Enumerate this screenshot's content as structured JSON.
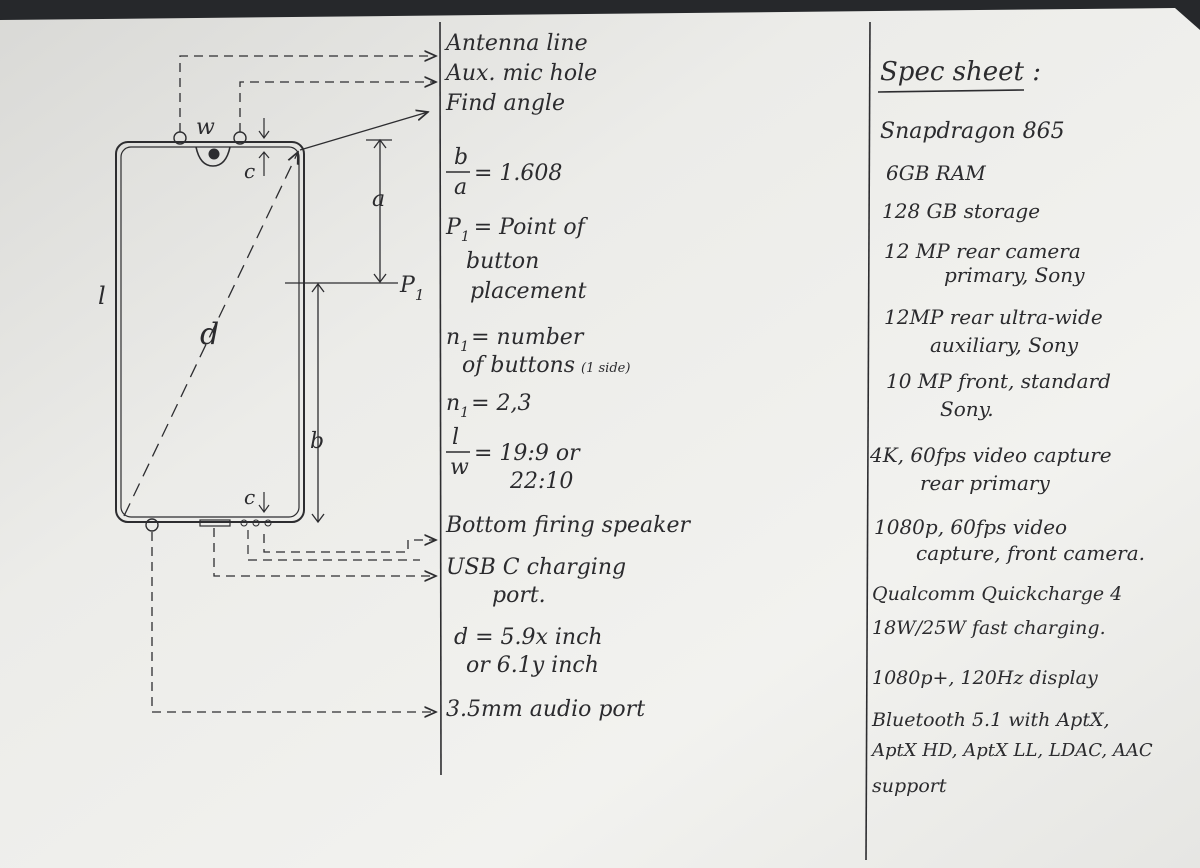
{
  "sketch": {
    "dimension_labels": {
      "width": "w",
      "length": "l",
      "diagonal": "d",
      "top_segment": "a",
      "bottom_segment": "b",
      "top_clearance": "c",
      "bottom_clearance": "c",
      "point": "P",
      "point_sub": "1"
    }
  },
  "annotations": {
    "antenna_line": "Antenna line",
    "aux_mic_hole": "Aux. mic hole",
    "find_angle": "Find angle",
    "ratio_b_num": "b",
    "ratio_b_den": "a",
    "ratio_b_value": "= 1.608",
    "p1_sym": "P",
    "p1_sub": "1",
    "p1_line1": "= Point of",
    "p1_line2": "button",
    "p1_line3": "placement",
    "n1_sym": "n",
    "n1_sub": "1",
    "n1_line1": "= number",
    "n1_line2": "of buttons",
    "n1_note": "(1 side)",
    "n1_values": "= 2,3",
    "ratio_l_num": "l",
    "ratio_l_den": "w",
    "ratio_l_value": "= 19:9 or",
    "ratio_l_value2": "22:10",
    "bottom_speaker": "Bottom firing speaker",
    "usb_line1": "USB C charging",
    "usb_line2": "port.",
    "diag_line1": "d = 5.9x inch",
    "diag_line2": "or 6.1y inch",
    "audio_port": "3.5mm audio port"
  },
  "spec_sheet": {
    "title": "Spec sheet :",
    "lines": [
      "Snapdragon 865",
      "6GB RAM",
      "128 GB storage",
      "12 MP rear camera",
      "primary, Sony",
      "12MP rear ultra-wide",
      "auxiliary, Sony",
      "10 MP front, standard",
      "Sony.",
      "4K, 60fps video capture",
      "rear primary",
      "1080p, 60fps video",
      "capture, front camera.",
      "Qualcomm Quickcharge 4",
      "18W/25W fast charging.",
      "1080p+, 120Hz display",
      "Bluetooth 5.1 with AptX,",
      "AptX HD, AptX LL, LDAC, AAC",
      "support"
    ]
  },
  "colors": {
    "paper": "#ededeb",
    "ink": "#2d2d30",
    "background": "#26282b"
  }
}
